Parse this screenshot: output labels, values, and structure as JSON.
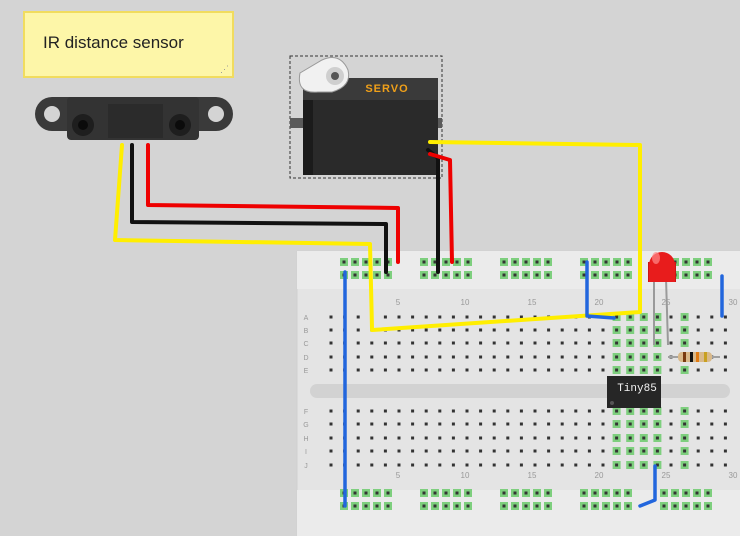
{
  "note": {
    "text": "IR distance sensor"
  },
  "servo": {
    "label": "SERVO"
  },
  "chip": {
    "label": "Tiny85"
  },
  "breadboard": {
    "rows_top": [
      "A",
      "B",
      "C",
      "D",
      "E"
    ],
    "rows_bottom": [
      "F",
      "G",
      "H",
      "I",
      "J"
    ],
    "column_numbers": [
      "5",
      "10",
      "15",
      "20",
      "25",
      "30"
    ]
  },
  "colors": {
    "background": "#d4d4d4",
    "note_fill": "#fdf6a8",
    "breadboard": "#e6e6e6",
    "wire_yellow": "#ffee00",
    "wire_red": "#ee0000",
    "wire_black": "#111111",
    "wire_blue": "#2266dd",
    "led_red": "#e81c1c",
    "hole_green": "#7ecf7e"
  },
  "icons": {
    "sensor": "ir-distance-sensor-icon",
    "servo": "servo-motor-icon",
    "led": "red-led-icon",
    "resistor": "resistor-icon",
    "chip": "attiny85-chip-icon"
  }
}
